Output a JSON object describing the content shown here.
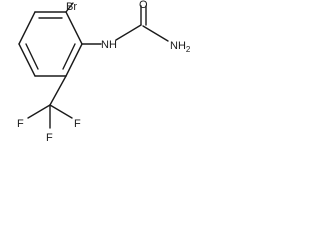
{
  "structure": {
    "labels": {
      "br": "Br",
      "nh": "NH",
      "o": "O",
      "nh2_main": "NH",
      "nh2_sub": "2",
      "f_top": "F",
      "f_left": "F",
      "f_right": "F"
    }
  }
}
